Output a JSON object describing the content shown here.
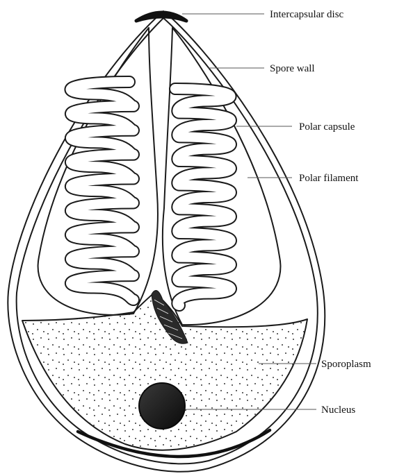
{
  "diagram": {
    "labels": {
      "intercapsular_disc": "Intercapsular disc",
      "spore_wall": "Spore wall",
      "polar_capsule": "Polar capsule",
      "polar_filament": "Polar filament",
      "sporoplasm": "Sporoplasm",
      "nucleus": "Nucleus"
    },
    "colors": {
      "ink": "#1a1a1a",
      "background": "#ffffff",
      "nucleus": "#1c1c1c"
    }
  }
}
